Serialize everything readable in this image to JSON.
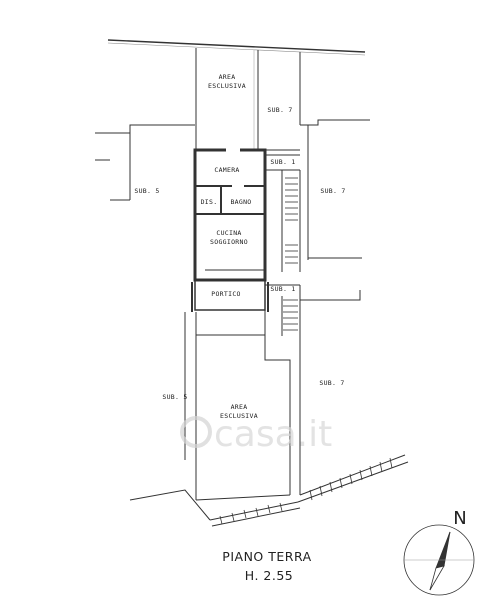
{
  "plan": {
    "title": "PIANO TERRA",
    "height_label": "H. 2.55",
    "north": "N",
    "watermark": "casa.it",
    "rooms": {
      "area_top_1": "AREA",
      "area_top_2": "ESCLUSIVA",
      "sub7_top": "SUB. 7",
      "sub1_top": "SUB. 1",
      "camera": "CAMERA",
      "sub5_top": "SUB. 5",
      "sub7_mid": "SUB. 7",
      "dis": "DIS.",
      "bagno": "BAGNO",
      "cucina": "CUCINA",
      "soggiorno": "SOGGIORNO",
      "portico": "PORTICO",
      "sub1_mid": "SUB. 1",
      "sub5_bottom": "SUB. 5",
      "sub7_bottom": "SUB. 7",
      "area_bot_1": "AREA",
      "area_bot_2": "ESCLUSIVA"
    }
  }
}
